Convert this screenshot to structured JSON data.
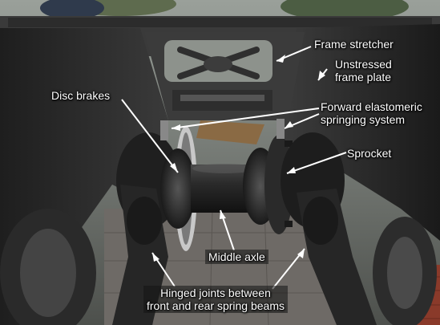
{
  "image": {
    "subject": "Locomotive bogie underside with springing and braking components",
    "colors": {
      "label_text": "#ffffff",
      "arrow": "#ffffff"
    }
  },
  "annotations": [
    {
      "id": "frame-stretcher",
      "text": "Frame stretcher"
    },
    {
      "id": "unstressed-frame-plate",
      "lines": [
        "Unstressed",
        "frame plate"
      ]
    },
    {
      "id": "disc-brakes",
      "text": "Disc brakes"
    },
    {
      "id": "forward-elastomeric-springing",
      "lines": [
        "Forward elastomeric",
        "springing system"
      ]
    },
    {
      "id": "sprocket",
      "text": "Sprocket"
    },
    {
      "id": "middle-axle",
      "text": "Middle axle"
    },
    {
      "id": "hinged-joints",
      "lines": [
        "Hinged joints between",
        "front and rear spring beams"
      ]
    }
  ]
}
